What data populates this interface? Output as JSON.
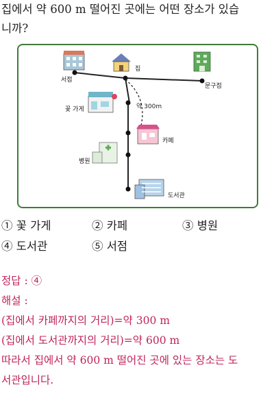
{
  "question": {
    "line1": "집에서 약 600 m 떨어진 곳에는 어떤 장소가 있습",
    "line2": "니까?"
  },
  "map": {
    "labels": {
      "house": "집",
      "bookstore": "서점",
      "stationery": "문구점",
      "flower_shop": "꽃 가게",
      "distance": "약 300m",
      "cafe": "카페",
      "hospital": "병원",
      "library": "도서관"
    },
    "colors": {
      "frame": "#3f7a38",
      "road": "#222222"
    }
  },
  "choices": [
    {
      "num": "①",
      "text": "꽃 가게"
    },
    {
      "num": "②",
      "text": "카페"
    },
    {
      "num": "③",
      "text": "병원"
    },
    {
      "num": "④",
      "text": "도서관"
    },
    {
      "num": "⑤",
      "text": "서점"
    }
  ],
  "solution": {
    "answer_line": "정답 : ④",
    "explain_label": "해설 :",
    "line1": "(집에서 카페까지의 거리)=약 300 m",
    "line2": "(집에서 도서관까지의 거리)=약 600 m",
    "line3": "따라서 집에서 약 600 m 떨어진 곳에 있는 장소는 도",
    "line4": "서관입니다.",
    "color": "#c0245c"
  }
}
